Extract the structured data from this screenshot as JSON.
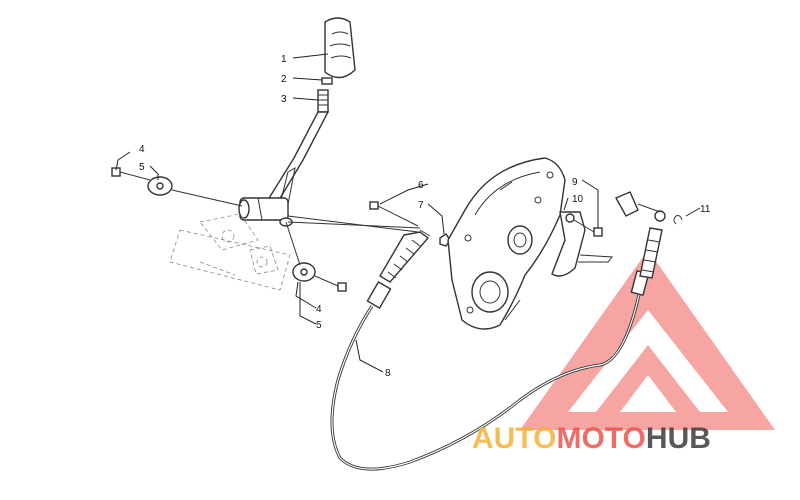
{
  "callouts": {
    "c1": "1",
    "c2": "2",
    "c3": "3",
    "c4a": "4",
    "c5a": "5",
    "c6": "6",
    "c7": "7",
    "c9": "9",
    "c10": "10",
    "c11": "11",
    "c4b": "4",
    "c5b": "5",
    "c8": "8"
  },
  "watermark": {
    "part1": "AUTO",
    "part2": "MOTO",
    "part3": "HUB",
    "colors": {
      "auto": "#f4b23a",
      "moto": "#e9544f",
      "hub": "#3d3d3d",
      "triangle": "#e9544f"
    }
  }
}
